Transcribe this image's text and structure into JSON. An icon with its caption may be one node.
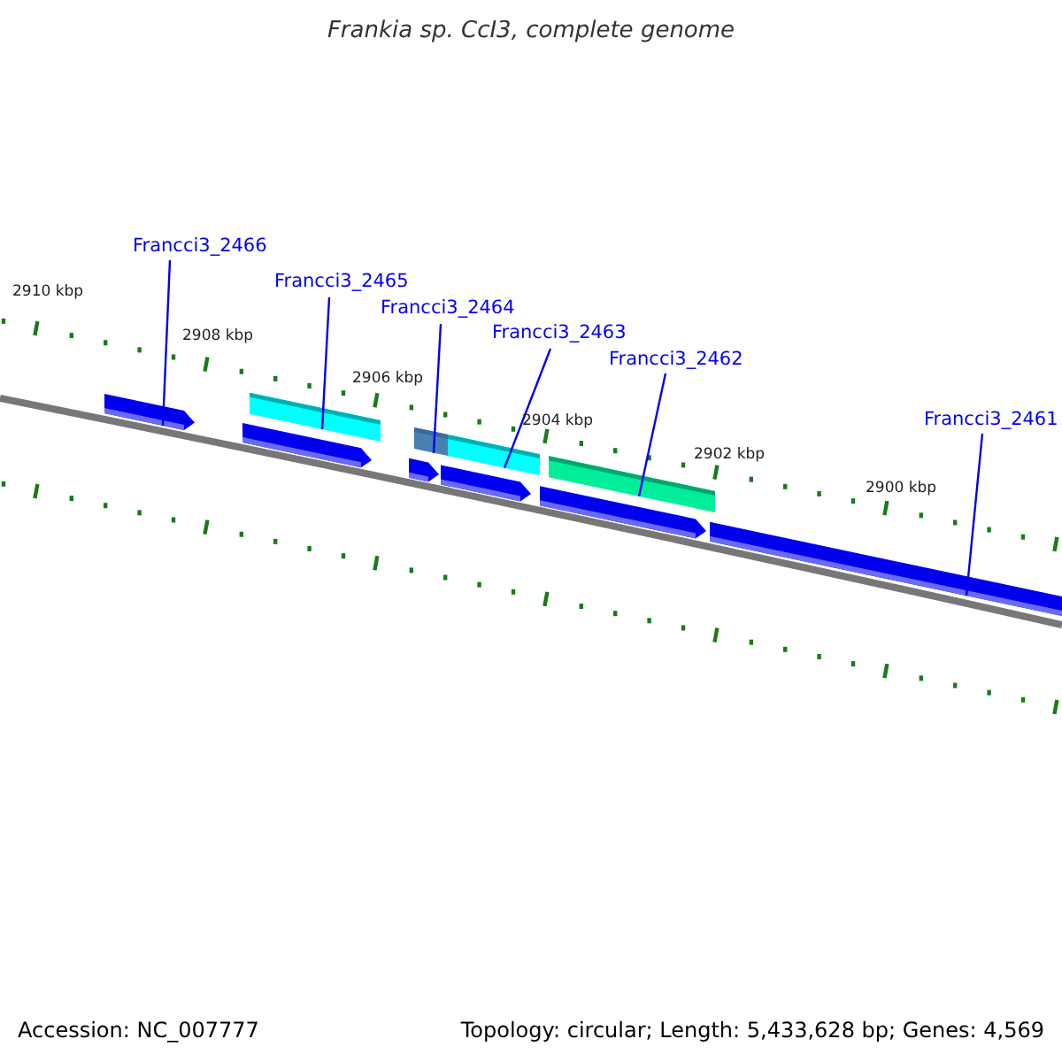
{
  "diagram": {
    "title": "Frankia sp. CcI3, complete genome",
    "nodes": [
      {
        "text": [
          "Francci3_2466"
        ]
      },
      {
        "text": [
          "Francci3_2465"
        ]
      },
      {
        "text": [
          "Francci3_2464"
        ]
      },
      {
        "text": [
          "Francci3_2463"
        ]
      },
      {
        "text": [
          "Francci3_2462"
        ]
      },
      {
        "text": [
          "Francci3_2461"
        ]
      },
      {
        "text": [],
        "shape": "bar"
      },
      {
        "text": [],
        "shape": "bar"
      },
      {
        "text": [],
        "shape": "bar"
      },
      {
        "text": [],
        "shape": "bar"
      },
      {
        "text": [],
        "shape": "bar"
      },
      {
        "text": [],
        "shape": "bar"
      },
      {
        "text": [],
        "shape": "bar"
      },
      {
        "text": [],
        "shape": "bar"
      },
      {
        "text": [],
        "shape": "bar"
      },
      {
        "text": [],
        "shape": "bar"
      }
    ],
    "edges": [
      {
        "from": 0,
        "to": 6,
        "arrow": "none"
      },
      {
        "from": 1,
        "to": 8,
        "arrow": "none"
      },
      {
        "from": 2,
        "to": 10,
        "arrow": "none"
      },
      {
        "from": 3,
        "to": 12,
        "arrow": "none"
      },
      {
        "from": 4,
        "to": 14,
        "arrow": "none"
      },
      {
        "from": 5,
        "to": 15,
        "arrow": "none"
      }
    ],
    "labels": [
      "2910 kbp",
      "2908 kbp",
      "2906 kbp",
      "2904 kbp",
      "2902 kbp",
      "2900 kbp",
      "Accession: NC_007777",
      "Topology: circular; Length: 5,433,628 bp; Genes: 4,569"
    ]
  }
}
